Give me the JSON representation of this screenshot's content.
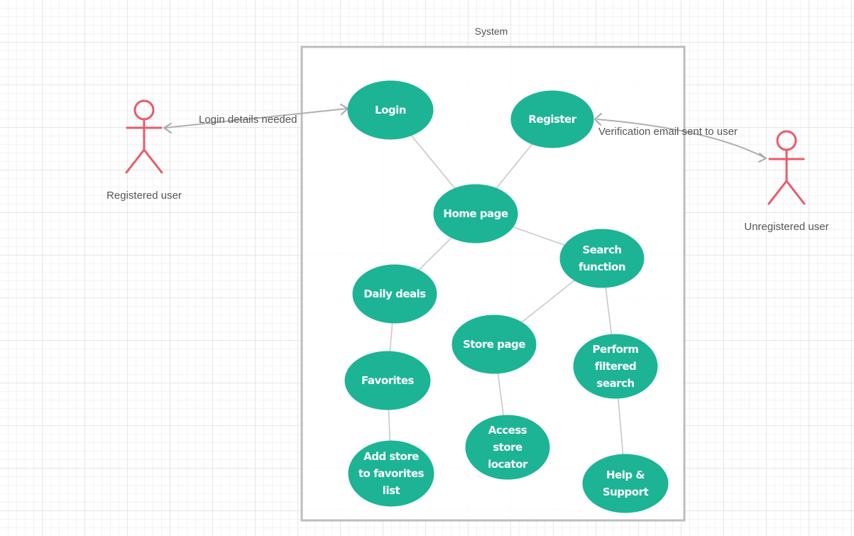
{
  "diagram": {
    "type": "uml-use-case",
    "colors": {
      "usecase_fill": "#1cb495",
      "usecase_text": "#ffffff",
      "actor_stroke": "#ea5a67",
      "connector": "#c8c8c8",
      "system_border": "#bdbdbd"
    },
    "system": {
      "title": "System"
    },
    "actors": [
      {
        "id": "registered-user",
        "label": "Registered user"
      },
      {
        "id": "unregistered-user",
        "label": "Unregistered user"
      }
    ],
    "use_cases": [
      {
        "id": "login",
        "lines": [
          "Login"
        ]
      },
      {
        "id": "register",
        "lines": [
          "Register"
        ]
      },
      {
        "id": "home-page",
        "lines": [
          "Home page"
        ]
      },
      {
        "id": "search-function",
        "lines": [
          "Search",
          "function"
        ]
      },
      {
        "id": "daily-deals",
        "lines": [
          "Daily deals"
        ]
      },
      {
        "id": "store-page",
        "lines": [
          "Store page"
        ]
      },
      {
        "id": "perform-filtered-search",
        "lines": [
          "Perform",
          "filtered",
          "search"
        ]
      },
      {
        "id": "favorites",
        "lines": [
          "Favorites"
        ]
      },
      {
        "id": "access-store-locator",
        "lines": [
          "Access",
          "store",
          "locator"
        ]
      },
      {
        "id": "add-store-to-favorites-list",
        "lines": [
          "Add store",
          "to favorites",
          "list"
        ]
      },
      {
        "id": "help-and-support",
        "lines": [
          "Help &",
          "Support"
        ]
      }
    ],
    "associations": [
      {
        "from": "login",
        "to": "home-page"
      },
      {
        "from": "register",
        "to": "home-page"
      },
      {
        "from": "home-page",
        "to": "daily-deals"
      },
      {
        "from": "home-page",
        "to": "search-function"
      },
      {
        "from": "search-function",
        "to": "store-page"
      },
      {
        "from": "search-function",
        "to": "perform-filtered-search"
      },
      {
        "from": "daily-deals",
        "to": "favorites"
      },
      {
        "from": "favorites",
        "to": "add-store-to-favorites-list"
      },
      {
        "from": "store-page",
        "to": "access-store-locator"
      },
      {
        "from": "perform-filtered-search",
        "to": "help-and-support"
      }
    ],
    "messages": [
      {
        "id": "login-details",
        "label": "Login details needed",
        "between": [
          "registered-user",
          "login"
        ],
        "arrowheads": "both"
      },
      {
        "id": "verification-email",
        "label": "Verification email sent to user",
        "between": [
          "register",
          "unregistered-user"
        ],
        "arrowheads": "both"
      }
    ]
  }
}
